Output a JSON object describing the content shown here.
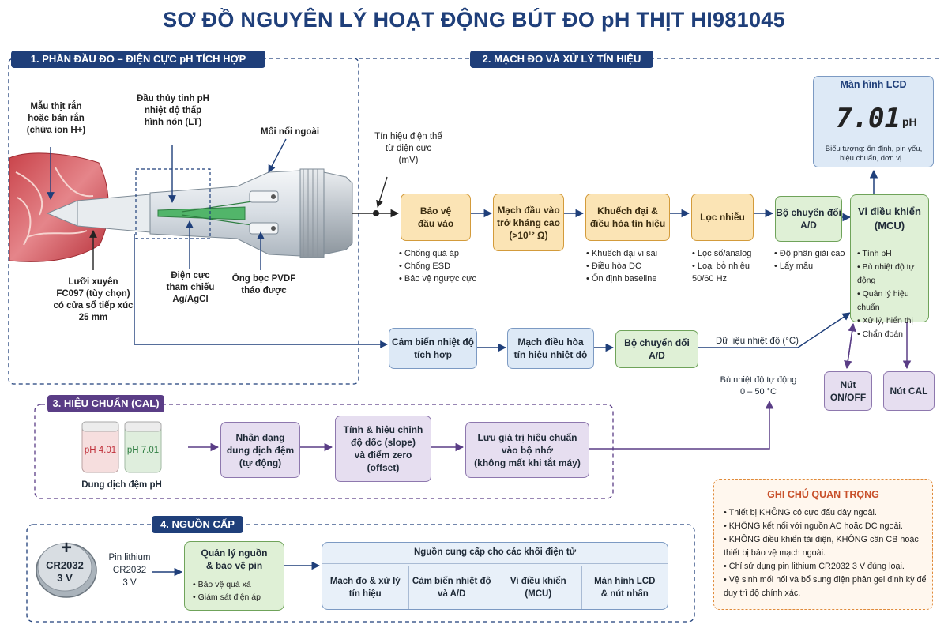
{
  "title": "SƠ ĐỒ NGUYÊN LÝ HOẠT ĐỘNG BÚT ĐO pH THỊT  HI981045",
  "colors": {
    "navy": "#1f3f7a",
    "orange": "#fbe4b5",
    "blue": "#dde9f6",
    "green": "#dff0d6",
    "purple": "#e6def0",
    "note_border": "#e08a3a",
    "note_title": "#c8502a"
  },
  "sections": {
    "probe": "1. PHẦN ĐẦU ĐO – ĐIỆN CỰC pH TÍCH HỢP",
    "circuit": "2. MẠCH ĐO VÀ XỬ LÝ TÍN HIỆU",
    "cal": "3. HIỆU CHUẨN (CAL)",
    "power": "4. NGUỒN CẤP"
  },
  "probe_labels": {
    "meat": "Mẫu thịt rắn\nhoặc bán rắn\n(chứa ion H+)",
    "glass": "Đầu thủy tinh pH\nnhiệt độ thấp\nhình nón (LT)",
    "junction": "Mối nối ngoài",
    "ref": "Điện cực\ntham chiếu\nAg/AgCl",
    "sleeve": "Ống bọc PVDF\ntháo được",
    "blade": "Lưỡi xuyên\nFC097 (tùy chọn)\ncó cửa sổ tiếp xúc\n25 mm"
  },
  "signal_label": "Tín hiệu điện thế\ntừ điện cực\n(mV)",
  "chain": [
    {
      "label": "Bảo vệ\nđầu vào",
      "bullets": [
        "Chống quá áp",
        "Chống ESD",
        "Bảo vệ ngược cực"
      ]
    },
    {
      "label": "Mạch đầu vào\ntrở kháng cao\n(>10¹² Ω)",
      "bullets": []
    },
    {
      "label": "Khuếch đại &\nđiều hòa tín hiệu",
      "bullets": [
        "Khuếch đại vi sai",
        "Điều hòa DC",
        "Ổn định baseline"
      ]
    },
    {
      "label": "Lọc nhiễu",
      "bullets": [
        "Lọc số/analog",
        "Loại bỏ nhiễu\n50/60 Hz"
      ]
    },
    {
      "label": "Bộ chuyển đổi\nA/D",
      "bullets": [
        "Độ phân giải cao",
        "Lấy mẫu"
      ]
    }
  ],
  "mcu": {
    "label": "Vi điều khiển\n(MCU)",
    "bullets": [
      "Tính pH",
      "Bù nhiệt độ tự động",
      "Quản lý hiệu chuẩn",
      "Xử lý, hiển thị",
      "Chẩn đoán"
    ]
  },
  "lcd": {
    "title": "Màn hình LCD",
    "reading": "7.01",
    "unit": "pH",
    "caption": "Biểu tượng: ổn định, pin yếu,\nhiệu chuẩn, đơn vị..."
  },
  "temp_chain": [
    "Cảm biến nhiệt độ\ntích hợp",
    "Mạch điều hòa\ntín hiệu nhiệt độ",
    "Bộ chuyển đổi\nA/D"
  ],
  "temp_data_label": "Dữ liệu nhiệt độ (°C)",
  "comp_label": "Bù nhiệt độ tự động\n0 – 50 °C",
  "buttons": [
    "Nút\nON/OFF",
    "Nút CAL"
  ],
  "cal": {
    "buffers": [
      "pH 4.01",
      "pH 7.01"
    ],
    "buffer_caption": "Dung dịch đệm pH",
    "steps": [
      "Nhận dạng\ndung dịch đệm\n(tự động)",
      "Tính & hiệu chỉnh\nđộ dốc (slope)\nvà điểm zero\n(offset)",
      "Lưu giá trị hiệu chuẩn\nvào bộ nhớ\n(không mất khi tắt máy)"
    ]
  },
  "power": {
    "cell_model": "CR2032",
    "cell_voltage": "3 V",
    "cell_plus": "+",
    "battery_label": "Pin lithium\nCR2032\n3 V",
    "mgmt": {
      "label": "Quản lý nguồn\n& bảo vệ pin",
      "bullets": [
        "Bảo vệ quá xả",
        "Giám sát điện áp"
      ]
    },
    "supply_title": "Nguồn cung cấp cho các khối điện tử",
    "consumers": [
      "Mạch đo & xử lý\ntín hiệu",
      "Cảm biến nhiệt độ\nvà A/D",
      "Vi điều khiển\n(MCU)",
      "Màn hình LCD\n& nút nhấn"
    ]
  },
  "notes": {
    "title": "GHI CHÚ QUAN TRỌNG",
    "items": [
      "Thiết bị KHÔNG có cực đấu dây ngoài.",
      "KHÔNG kết nối với nguồn AC hoặc DC ngoài.",
      "KHÔNG điều khiển tải điện, KHÔNG cần CB hoặc thiết bị bảo vệ mạch ngoài.",
      "Chỉ sử dụng pin lithium CR2032 3 V đúng loại.",
      "Vệ sinh mối nối và bổ sung điện phân gel định kỳ để duy trì độ chính xác."
    ]
  }
}
